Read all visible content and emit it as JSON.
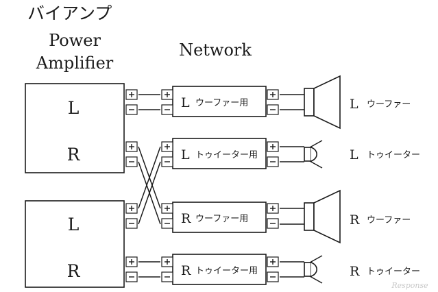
{
  "title": "バイアンプ",
  "header": {
    "power_amp_line1": "Power",
    "power_amp_line2": "Amplifier",
    "network": "Network"
  },
  "amps": [
    {
      "ch1": "L",
      "ch2": "R"
    },
    {
      "ch1": "L",
      "ch2": "R"
    }
  ],
  "networks": [
    {
      "ch": "L",
      "label": "ウーファー用"
    },
    {
      "ch": "L",
      "label": "トゥイーター用"
    },
    {
      "ch": "R",
      "label": "ウーファー用"
    },
    {
      "ch": "R",
      "label": "トゥイーター用"
    }
  ],
  "speakers": [
    {
      "ch": "L",
      "label": "ウーファー",
      "kind": "woofer"
    },
    {
      "ch": "L",
      "label": "トゥイーター",
      "kind": "tweeter"
    },
    {
      "ch": "R",
      "label": "ウーファー",
      "kind": "woofer"
    },
    {
      "ch": "R",
      "label": "トゥイーター",
      "kind": "tweeter"
    }
  ],
  "watermark": "Response",
  "colors": {
    "ink": "#1a1a1a",
    "background": "#ffffff"
  }
}
